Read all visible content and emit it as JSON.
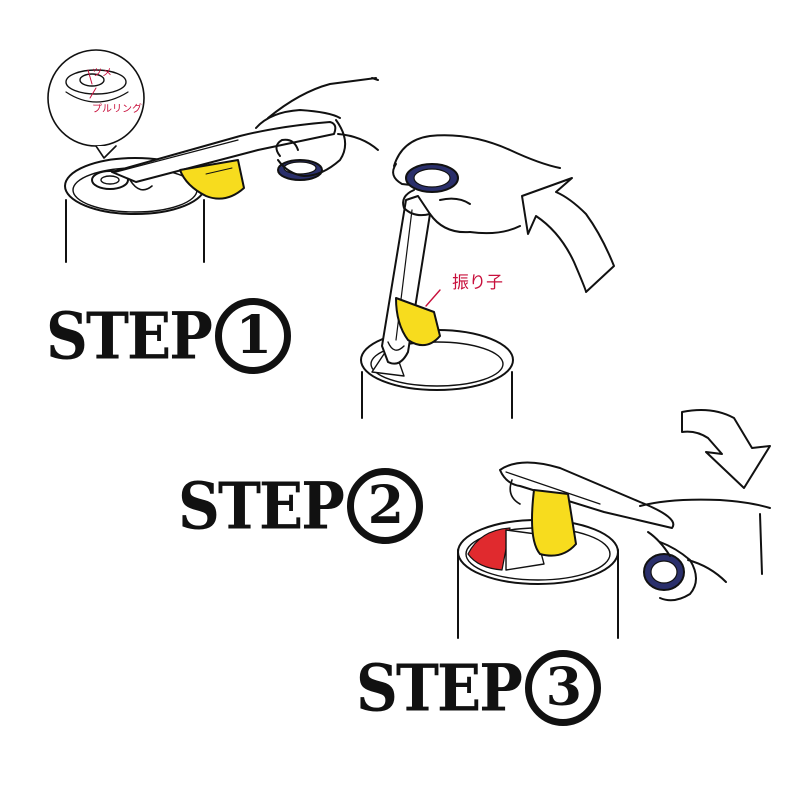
{
  "labels": {
    "tsume": "ツメ",
    "pull_ring": "プルリング",
    "furiko": "振り子"
  },
  "steps": [
    {
      "word": "STEP",
      "number": "1"
    },
    {
      "word": "STEP",
      "number": "2"
    },
    {
      "word": "STEP",
      "number": "3"
    }
  ],
  "colors": {
    "pendulum_yellow": "#f7dc1e",
    "label_red": "#c8103c",
    "can_liquid_red": "#e02a2e",
    "ring_navy": "#2a2f6b",
    "outline": "#111111"
  }
}
